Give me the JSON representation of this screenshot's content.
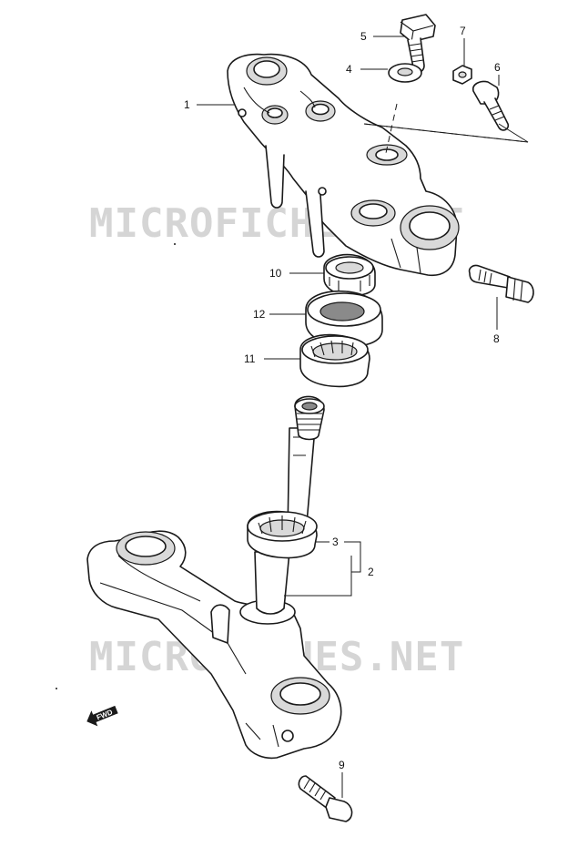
{
  "watermarks": [
    "MICROFICHES.NET",
    "MICROFICHES.NET"
  ],
  "direction_arrow": {
    "label": "FWD",
    "icon": "forward-arrow-icon"
  },
  "callouts": [
    {
      "number": "1",
      "part": "upper bracket"
    },
    {
      "number": "2",
      "part": "lower bracket with steering stem"
    },
    {
      "number": "3",
      "part": "lower stem bearing"
    },
    {
      "number": "4",
      "part": "washer"
    },
    {
      "number": "5",
      "part": "stem head bolt"
    },
    {
      "number": "6",
      "part": "upper clamp bolt"
    },
    {
      "number": "7",
      "part": "nut"
    },
    {
      "number": "8",
      "part": "side clamp bolt"
    },
    {
      "number": "9",
      "part": "lower clamp bolt"
    },
    {
      "number": "10",
      "part": "steering stem nut"
    },
    {
      "number": "11",
      "part": "upper stem bearing"
    },
    {
      "number": "12",
      "part": "dust seal"
    }
  ],
  "colors": {
    "ink": "#1a1a1a",
    "watermark": "#c8c8c8",
    "background": "#ffffff"
  }
}
